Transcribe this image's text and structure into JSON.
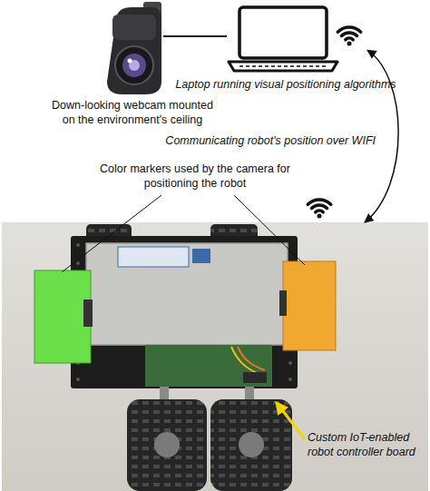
{
  "diagram": {
    "nodes": [
      {
        "text": [
          "Down-looking webcam mounted on the environment's ceiling"
        ]
      },
      {
        "text": [
          "Laptop running visual positioning algorithms"
        ]
      },
      {
        "text": [
          "Color markers used by the camera for positioning the robot",
          "Custom IoT-enabled robot controller board"
        ]
      }
    ],
    "edges": [
      {
        "from": 0,
        "to": 1,
        "arrow": "none"
      },
      {
        "from": 1,
        "to": 2,
        "label": "Communicating robot's position over WIFI",
        "arrow": "both"
      }
    ]
  }
}
